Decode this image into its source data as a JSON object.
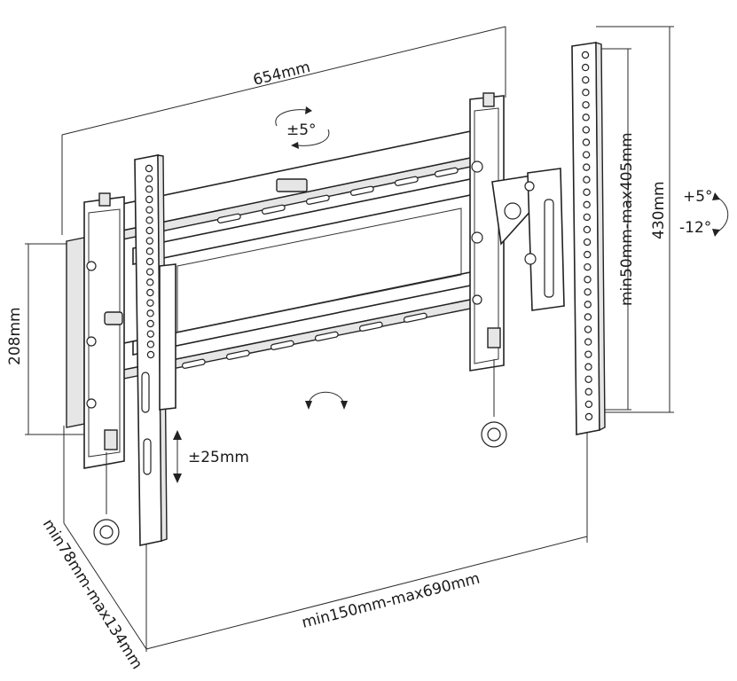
{
  "labels": {
    "width_total": "654mm",
    "height_total": "430mm",
    "height_plate": "208mm",
    "vesa_horizontal": "min150mm-max690mm",
    "vesa_vertical": "min50mm-max405mm",
    "wall_distance": "min78mm-max134mm",
    "rotation": "±5°",
    "tilt_up": "+5°",
    "tilt_down": "-12°",
    "vertical_adjust": "±25mm"
  }
}
